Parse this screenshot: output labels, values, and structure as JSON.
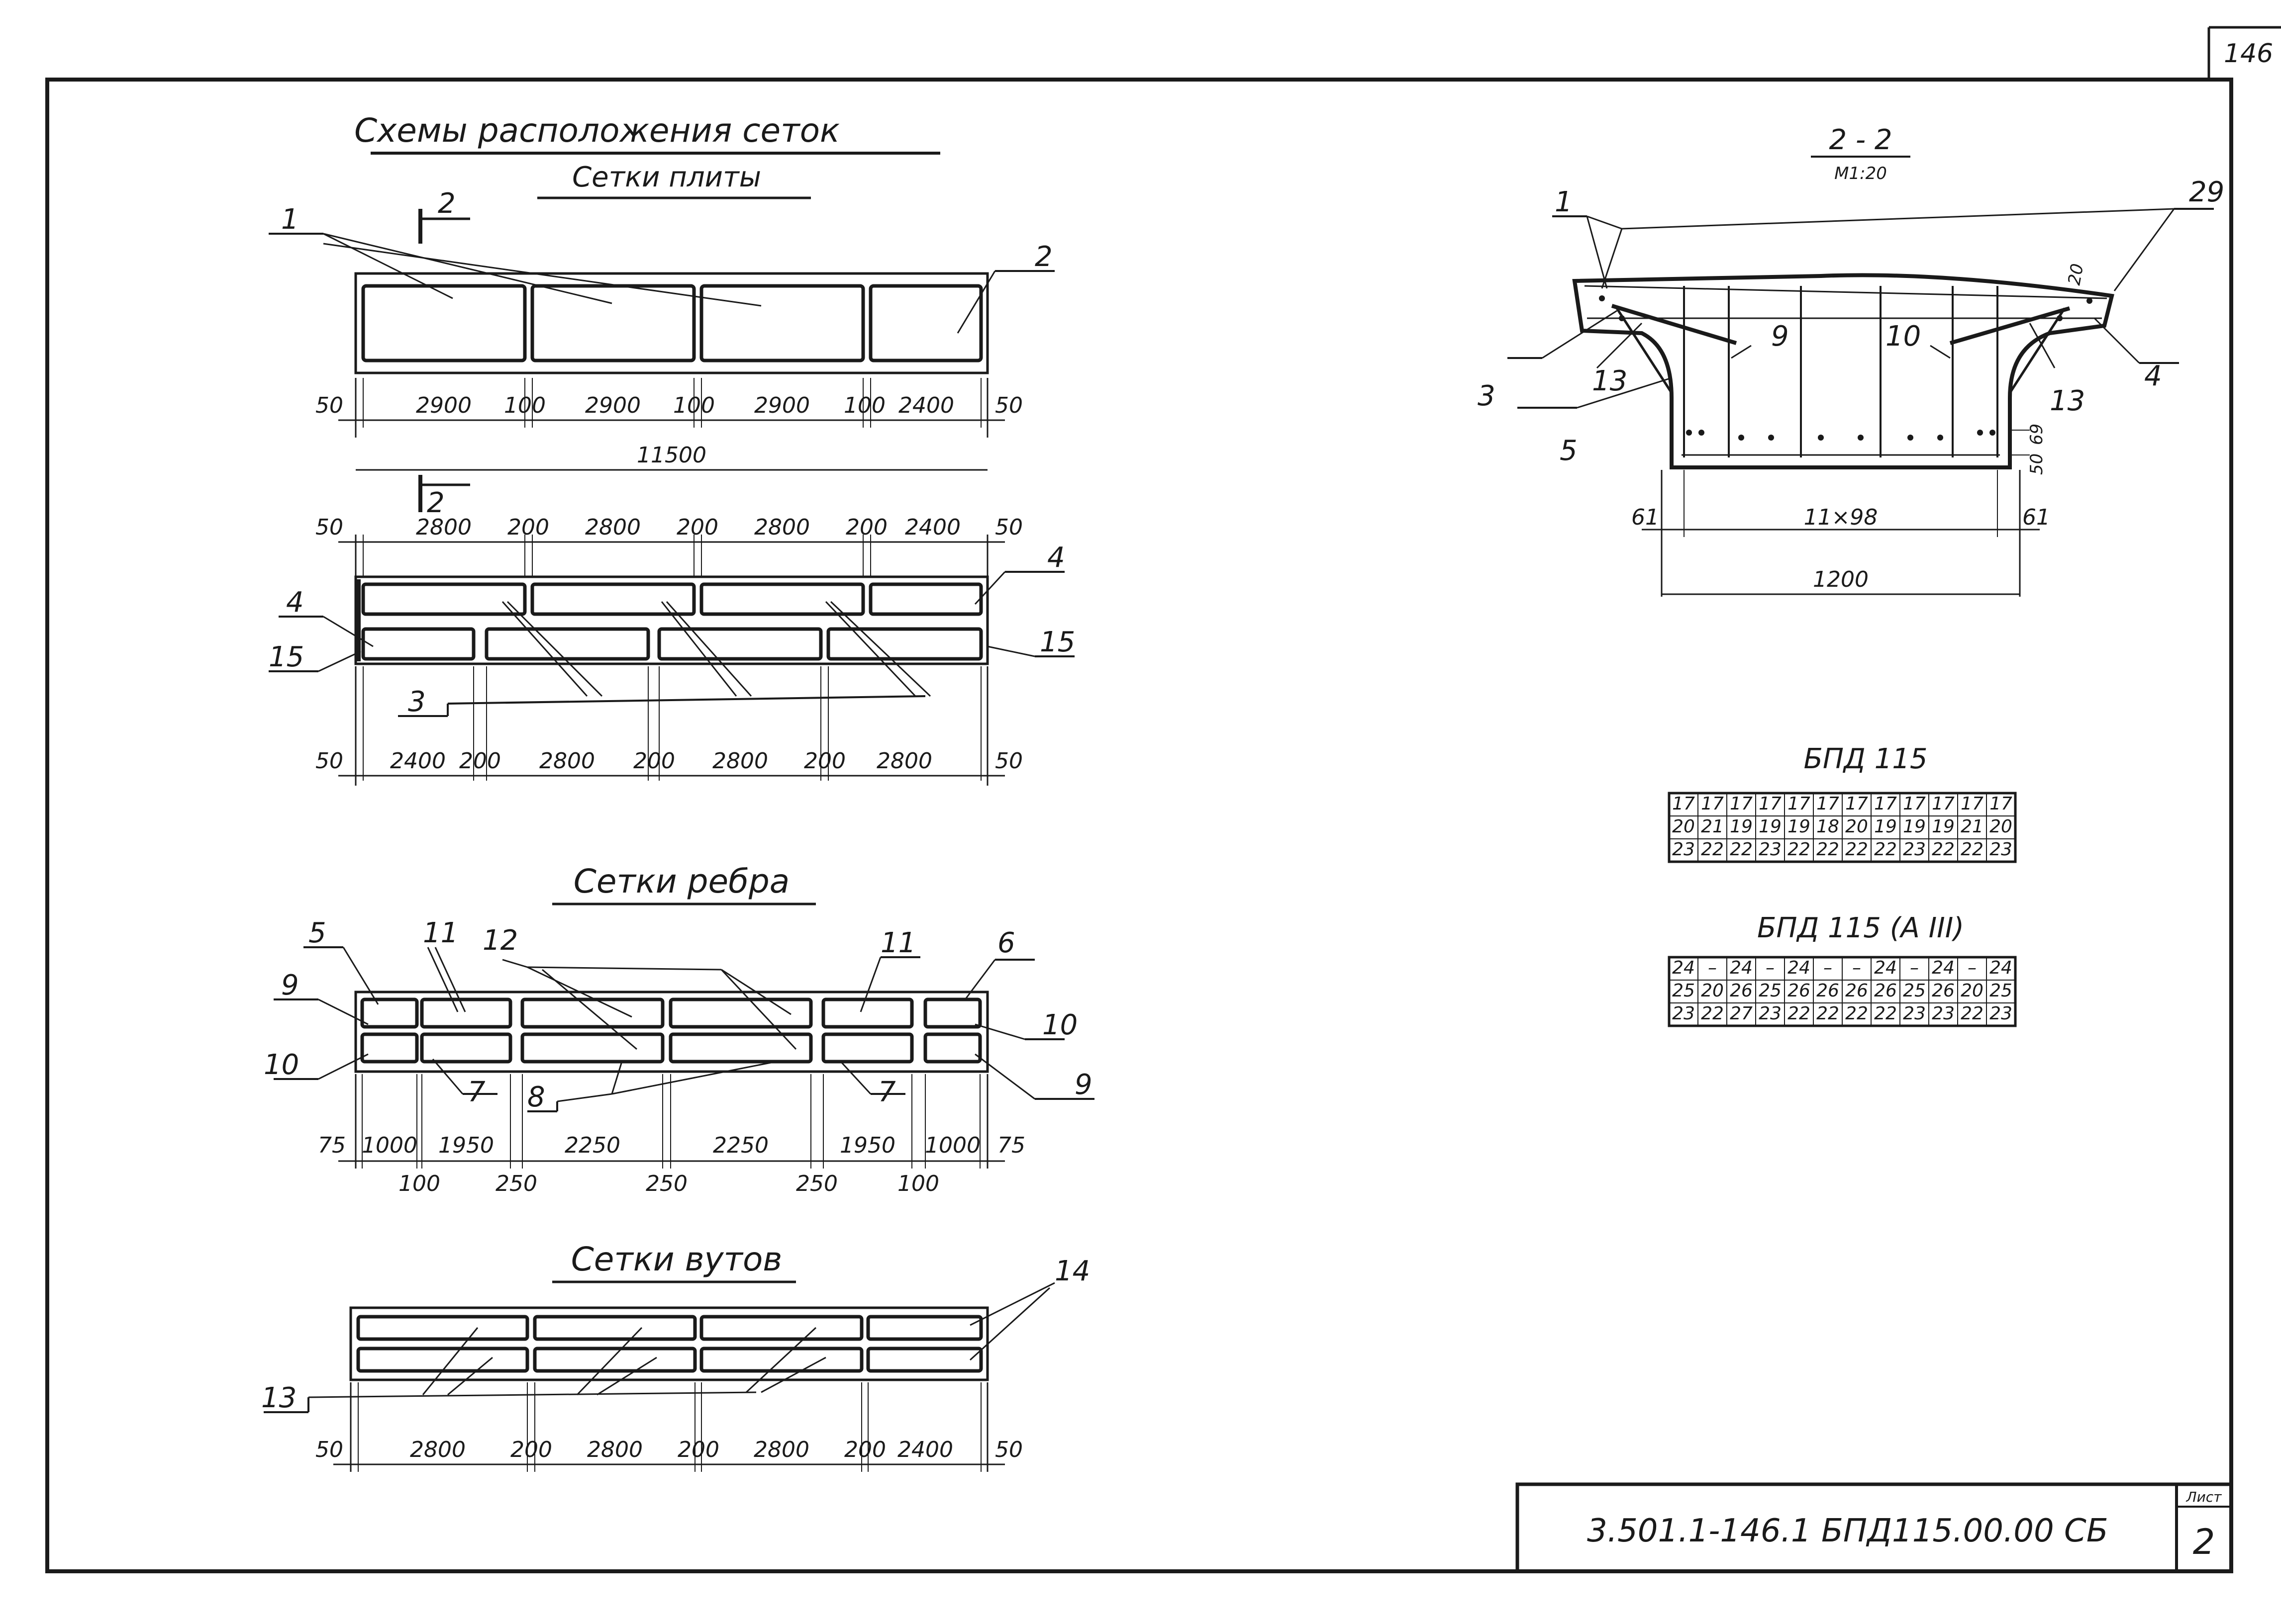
{
  "sheet_corner": "146",
  "plan": {
    "title": "Схемы расположения сеток",
    "subtitle": "Сетки плиты",
    "section_mark": "2",
    "row1_dims": [
      "50",
      "2900",
      "100",
      "2900",
      "100",
      "2900",
      "100",
      "2400",
      "50"
    ],
    "row1_total": "11500",
    "row2_top_dims": [
      "50",
      "2800",
      "200",
      "2800",
      "200",
      "2800",
      "200",
      "2400",
      "50"
    ],
    "row2_bot_dims": [
      "50",
      "2400",
      "200",
      "2800",
      "200",
      "2800",
      "200",
      "2800",
      "50"
    ],
    "callouts": {
      "c1": "1",
      "c2": "2",
      "c3": "3",
      "c4a": "4",
      "c4b": "4",
      "c15a": "15",
      "c15b": "15"
    }
  },
  "rib": {
    "title": "Сетки ребра",
    "top_dims": [
      "75",
      "1000",
      "1950",
      "2250",
      "2250",
      "1950",
      "1000",
      "75"
    ],
    "bot_dims": [
      "100",
      "250",
      "250",
      "250",
      "100"
    ],
    "callouts": {
      "c5": "5",
      "c6": "6",
      "c7a": "7",
      "c7b": "7",
      "c8": "8",
      "c9a": "9",
      "c9b": "9",
      "c10a": "10",
      "c10b": "10",
      "c11a": "11",
      "c11b": "11",
      "c12": "12"
    }
  },
  "haunch": {
    "title": "Сетки вутов",
    "dims": [
      "50",
      "2800",
      "200",
      "2800",
      "200",
      "2800",
      "200",
      "2400",
      "50"
    ],
    "callouts": {
      "c13": "13",
      "c14": "14"
    }
  },
  "section": {
    "title": "2 - 2",
    "scale": "M1:20",
    "dims": {
      "left": "61",
      "mid": "11×98",
      "right": "61",
      "total": "1200",
      "top_right": "20",
      "v1": "69",
      "v2": "50"
    },
    "callouts": {
      "c1": "1",
      "c3": "3",
      "c4": "4",
      "c5": "5",
      "c9": "9",
      "c10": "10",
      "c13a": "13",
      "c13b": "13",
      "c29": "29"
    }
  },
  "table1": {
    "title": "БПД 115",
    "rows": [
      [
        "17",
        "17",
        "17",
        "17",
        "17",
        "17",
        "17",
        "17",
        "17",
        "17",
        "17",
        "17"
      ],
      [
        "20",
        "21",
        "19",
        "19",
        "19",
        "18",
        "20",
        "19",
        "19",
        "19",
        "21",
        "20"
      ],
      [
        "23",
        "22",
        "22",
        "23",
        "22",
        "22",
        "22",
        "22",
        "23",
        "22",
        "22",
        "23"
      ]
    ]
  },
  "table2": {
    "title": "БПД 115 (А III)",
    "rows": [
      [
        "24",
        "–",
        "24",
        "–",
        "24",
        "–",
        "–",
        "24",
        "–",
        "24",
        "–",
        "24"
      ],
      [
        "25",
        "20",
        "26",
        "25",
        "26",
        "26",
        "26",
        "26",
        "25",
        "26",
        "20",
        "25"
      ],
      [
        "23",
        "22",
        "27",
        "23",
        "22",
        "22",
        "22",
        "22",
        "23",
        "23",
        "22",
        "23"
      ]
    ]
  },
  "stamp": {
    "code": "3.501.1-146.1  БПД115.00.00 СБ",
    "sheet_label": "Лист",
    "sheet_no": "2"
  }
}
